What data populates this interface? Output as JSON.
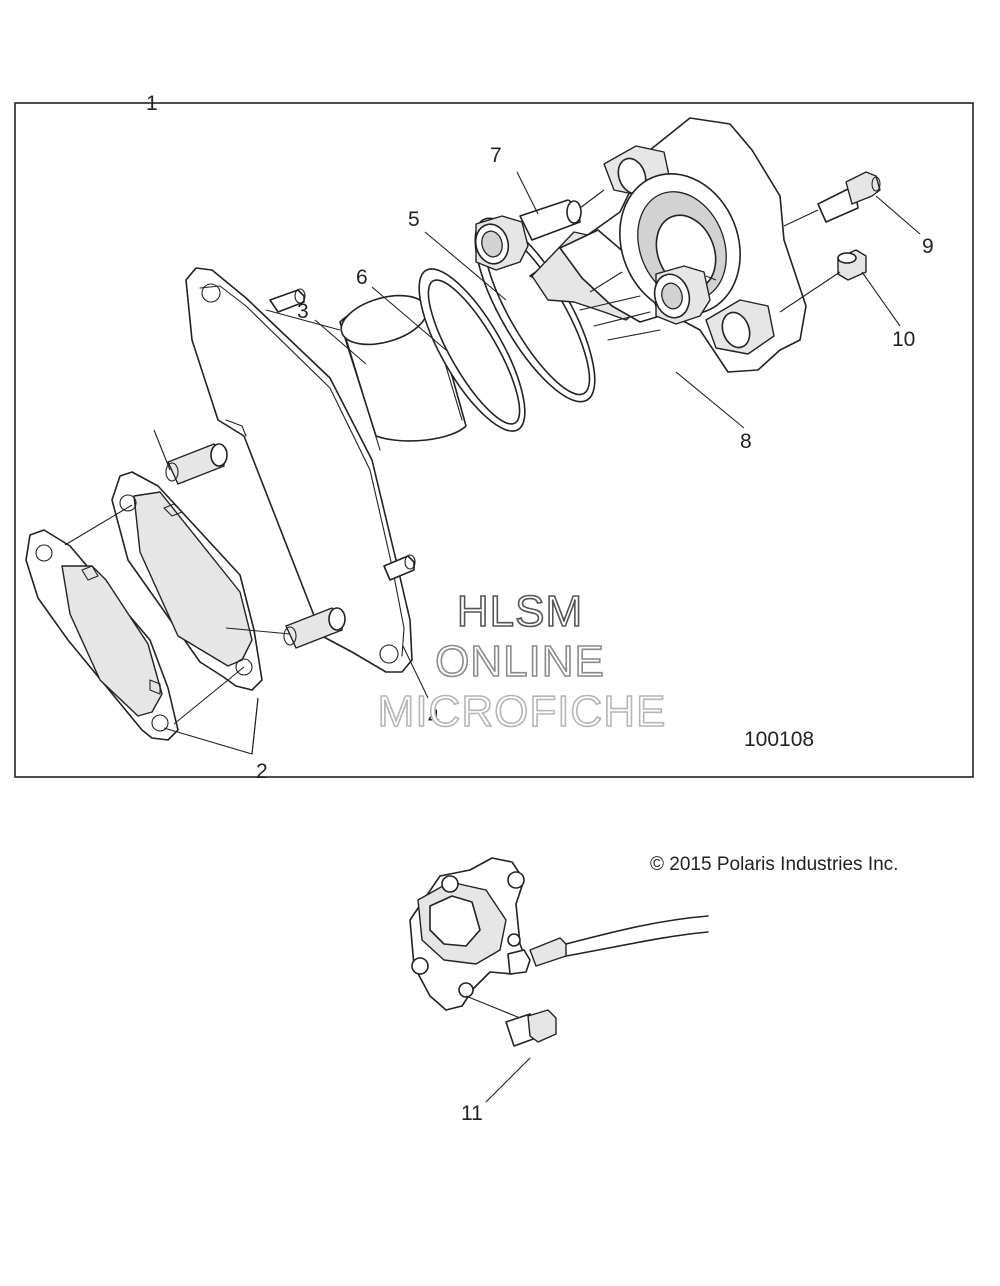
{
  "callouts": {
    "c1": "1",
    "c2": "2",
    "c3": "3",
    "c4": "4",
    "c5": "5",
    "c6": "6",
    "c7": "7",
    "c8": "8",
    "c9": "9",
    "c10": "10",
    "c11": "11"
  },
  "figure_number": "100108",
  "copyright": "© 2015 Polaris Industries Inc.",
  "watermark": {
    "line1": "HLSM",
    "line2": "ONLINE",
    "line3": "MICROFICHE"
  },
  "colors": {
    "line": "#222222",
    "background": "#ffffff",
    "watermark_dark": "#555555",
    "watermark_mid": "#8a8a8a",
    "watermark_light": "#b5b5b5"
  }
}
